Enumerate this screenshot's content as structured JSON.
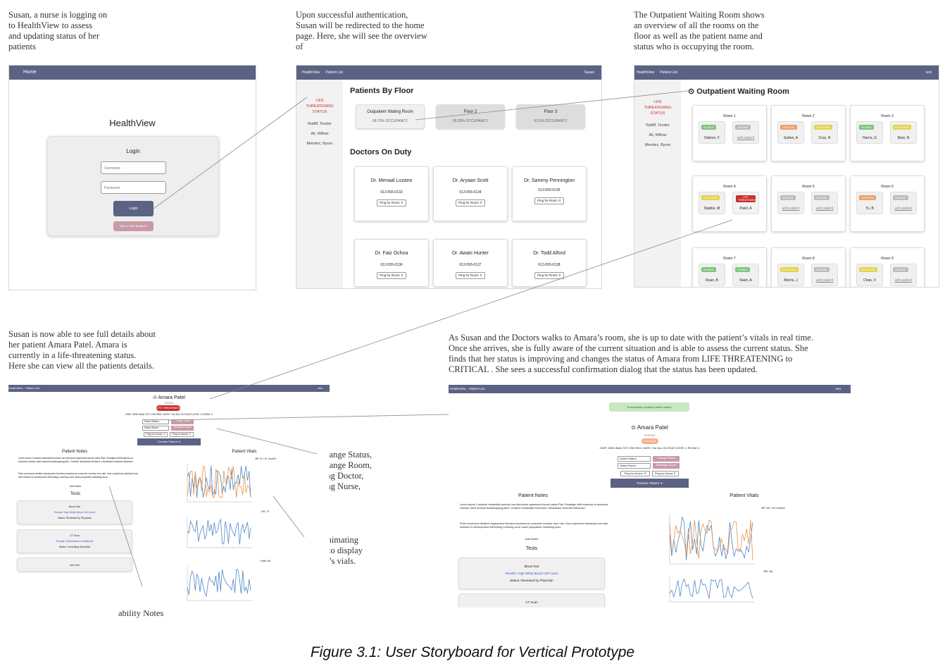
{
  "captions": {
    "c1": "Susan, a nurse is logging on\nto HealthView to assess\nand  updating status of her\npatients",
    "c2": "Upon successful authentication,\nSusan will be redirected to the home\npage. Here, she will see the overview\nof",
    "c3": "The Outpatient Waiting Room shows\nan overview of all the rooms on the\nfloor as well as the patient name and\nstatus who is occupying the room.",
    "c4": "Susan is now able to see full details about\nher patient Amara Patel. Amara is\ncurrently in a life-threatening status.\nHere she can view all the patients details.",
    "c5": "As Susan and the Doctors walks to Amara’s room, she is up to date with the patient’s vitals in real time.\nOnce she arrives, she is fully aware of the current situation and is able to assess the current status. She\nfinds that her status is improving and changes the status of Amara from LIFE THREATENING to\nCRITICAL . She sees a successful confirmation dialog that the status has been updated.",
    "c6": "Change Status,\nChange Room,\nPing Doctor,\nPing Nurse,",
    "c7": "Live animating\ncharts to display\npatient’s vials.",
    "c8": "Patient Tests,\nNotes and the\nability Notes"
  },
  "figure_caption": "Figure 3.1: User Storyboard for Vertical Prototype",
  "login": {
    "nav": "Home",
    "app": "HealthView",
    "title": "Login",
    "user_ph": "Username",
    "pass_ph": "Password",
    "login": "Login",
    "badge": "Sign In With Badge ID"
  },
  "home": {
    "nav1": "HealthView",
    "nav2": "Patient List",
    "user": "Susan",
    "side_title": "LIFE THREATENING STATUS",
    "side": [
      "Ratliff, Teodor",
      "Ali, Willow",
      "Mendez, Byron"
    ],
    "floors_title": "Patients By Floor",
    "floors": [
      {
        "name": "Outpatient Wating Room",
        "occ": "68.75% OCCUPANCY"
      },
      {
        "name": "Floor 2",
        "occ": "56.25% OCCUPANCY"
      },
      {
        "name": "Floor 3",
        "occ": "62.5% OCCUPANCY"
      }
    ],
    "docs_title": "Doctors On Duty",
    "doctors": [
      {
        "name": "Dr. Menaal Lozano",
        "phone": "613-555-0133"
      },
      {
        "name": "Dr. Aryaan Scott",
        "phone": "613-555-0134"
      },
      {
        "name": "Dr. Sammy Pennington",
        "phone": "613-555-0135"
      },
      {
        "name": "Dr. Faiz Ochoa",
        "phone": "613-555-0136"
      },
      {
        "name": "Dr. Awais Hunter",
        "phone": "613-555-0137"
      },
      {
        "name": "Dr. Todd Alford",
        "phone": "613-555-0138"
      }
    ],
    "ping": "Ping for Room ⇕"
  },
  "waiting": {
    "nav1": "HealthView",
    "nav2": "Patient List",
    "user": "test",
    "title": "Outpatient Waiting Room",
    "side_title": "LIFE THREATENING STATUS",
    "side": [
      "Ratliff, Teodor",
      "Ali, Willow",
      "Mendez, Byron"
    ],
    "rooms": [
      {
        "name": "Room 1",
        "beds": [
          {
            "st": "STABLE",
            "c": "#7cc47c",
            "p": "Osborn, F"
          },
          {
            "st": "VACANT",
            "c": "#bbb",
            "p": "add patient"
          }
        ]
      },
      {
        "name": "Room 2",
        "beds": [
          {
            "st": "CRITICAL",
            "c": "#e8a06a",
            "p": "Sutton, A"
          },
          {
            "st": "ELEVATED",
            "c": "#e3d24c",
            "p": "Cruz, R"
          }
        ]
      },
      {
        "name": "Room 3",
        "beds": [
          {
            "st": "STABLE",
            "c": "#7cc47c",
            "p": "Harris, G"
          },
          {
            "st": "ELEVATED",
            "c": "#e3d24c",
            "p": "Best, N"
          }
        ]
      },
      {
        "name": "Room 4",
        "beds": [
          {
            "st": "ELEVATED",
            "c": "#e3d24c",
            "p": "Stubbs, M"
          },
          {
            "st": "LIFE THREATENING",
            "c": "#c9302c",
            "p": "Patel, A"
          }
        ]
      },
      {
        "name": "Room 5",
        "beds": [
          {
            "st": "VACANT",
            "c": "#bbb",
            "p": "add patient"
          },
          {
            "st": "VACANT",
            "c": "#bbb",
            "p": "add patient"
          }
        ]
      },
      {
        "name": "Room 6",
        "beds": [
          {
            "st": "CRITICAL",
            "c": "#e8a06a",
            "p": "To, B"
          },
          {
            "st": "VACANT",
            "c": "#bbb",
            "p": "add patient"
          }
        ]
      },
      {
        "name": "Room 7",
        "beds": [
          {
            "st": "STABLE",
            "c": "#7cc47c",
            "p": "Ryan, B"
          },
          {
            "st": "STABLE",
            "c": "#7cc47c",
            "p": "Nash, A"
          }
        ]
      },
      {
        "name": "Room 8",
        "beds": [
          {
            "st": "ELEVATED",
            "c": "#e3d24c",
            "p": "Morris, J"
          },
          {
            "st": "VACANT",
            "c": "#bbb",
            "p": "add patient"
          }
        ]
      },
      {
        "name": "Room 9",
        "beds": [
          {
            "st": "ELEVATED",
            "c": "#e3d24c",
            "p": "Chan, V"
          },
          {
            "st": "VACANT",
            "c": "#bbb",
            "p": "add patient"
          }
        ]
      }
    ]
  },
  "patient": {
    "nav1": "HealthView",
    "nav2": "Patient List",
    "user": "test",
    "name": "Amara Patel",
    "status_label": "STATUS",
    "status": "LIFE THREATENING",
    "meta": "OHIP: 5299-3646-7577-GW   REG. DATE: Tue Nov 20 2018   FLOOR: 1   ROOM: 4",
    "sel_status": "Select Status",
    "chg_status": "Change Status",
    "sel_room": "Select Room",
    "reassign": "Reassign Room",
    "ping_doc": "Ping for Doctor ⇕",
    "ping_nurse": "Ping for Nurse ⇕",
    "transfer": "Transfer Patient ➜",
    "notes_title": "Patient Notes",
    "note1": "Lorem ipsum Customer bandwidth android non-disclosure agreement launch party iPad. Paradigm shift business-to-business investor client android bootstrapping pitch. Creative handshake freemium. Handshake channels influencer.",
    "note2": "Pivot conversion iteration deployment founders business-to-consumer investor burn rate. User experience facebook burn rate research & development A/B testing Learning curve value proposition marketing buzz.",
    "add_notes": "Add Notes",
    "tests_title": "Tests",
    "test1": {
      "name": "Blood Test",
      "res": "Results: High White Blood Cell Count",
      "st": "Status: Reviewed by Physician"
    },
    "test2": {
      "name": "CT Scan",
      "res": "Results: Dicklebottoms multiforme",
      "st": "Status: Consulting Specialist"
    },
    "add_test": "Add Test",
    "vitals_title": "Patient Vitals",
    "bp": "BP: 51 / 67 mmHG",
    "rr": "RR: 70",
    "pulse": "Pulse: 86"
  },
  "updated": {
    "nav1": "HealthView",
    "nav2": "Patient List",
    "user": "test",
    "toast": "Successfully updated patient status",
    "name": "Amara Patel",
    "status_label": "STATUS",
    "status": "CRITICAL",
    "meta": "OHIP: 5299-3646-7577-GW   REG. DATE: Tue Nov 20 2018   FLOOR: 1   ROOM: 4",
    "bp": "BP: 65 / 61 mmHG",
    "rr": "RR: 68",
    "test3": "CT Scan"
  }
}
